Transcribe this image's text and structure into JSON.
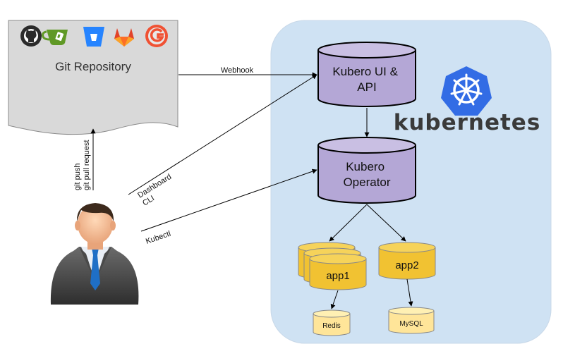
{
  "repository": {
    "title": "Git Repository",
    "provider_icons": [
      "github-icon",
      "gitea-icon",
      "bitbucket-icon",
      "gitlab-icon",
      "gogs-icon"
    ]
  },
  "cluster": {
    "platform": "kubernetes"
  },
  "components": {
    "ui": [
      "Kubero UI &",
      "API"
    ],
    "operator": [
      "Kubero",
      "Operator"
    ]
  },
  "apps": [
    {
      "name": "app1",
      "service": "Redis"
    },
    {
      "name": "app2",
      "service": "MySQL"
    }
  ],
  "edges": {
    "webhook": "Webhook",
    "git": [
      "git push",
      "git pull request"
    ],
    "dashboard": [
      "Dashboard",
      "CLI"
    ],
    "kubectl": "Kubectl"
  },
  "colors": {
    "cluster_bg": "#cfe2f3",
    "component_fill": "#b4a7d6",
    "app_fill": "#f1c232",
    "service_fill": "#ffe599",
    "repo_fill": "#d9d9d9",
    "k8s_blue": "#326ce5"
  }
}
